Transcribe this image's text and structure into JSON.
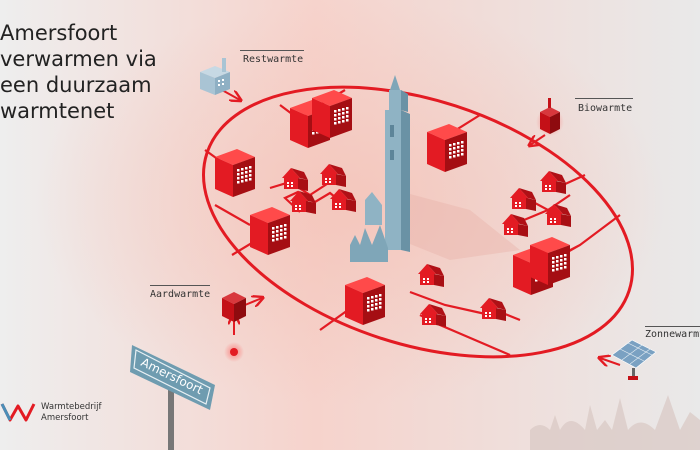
{
  "title": {
    "lines": [
      "Amersfoort",
      "verwarmen via",
      "een duurzaam",
      "warmtenet"
    ]
  },
  "sources": {
    "restwarmte": "Restwarmte",
    "biowarmte": "Biowarmte",
    "aardwarmte": "Aardwarmte",
    "zonnewarmte": "Zonnewarmte"
  },
  "sign": {
    "text": "Amersfoort"
  },
  "logo": {
    "name_line1": "Warmtebedrijf",
    "name_line2": "Amersfoort",
    "icon": "wave-logo-icon"
  },
  "colors": {
    "network_red": "#e31b23",
    "building_dark": "#c41017",
    "tower_blue": "#7fa6b8",
    "sign_blue": "#6f9cb0",
    "restwarmte_plant": "#a9c4d4"
  }
}
